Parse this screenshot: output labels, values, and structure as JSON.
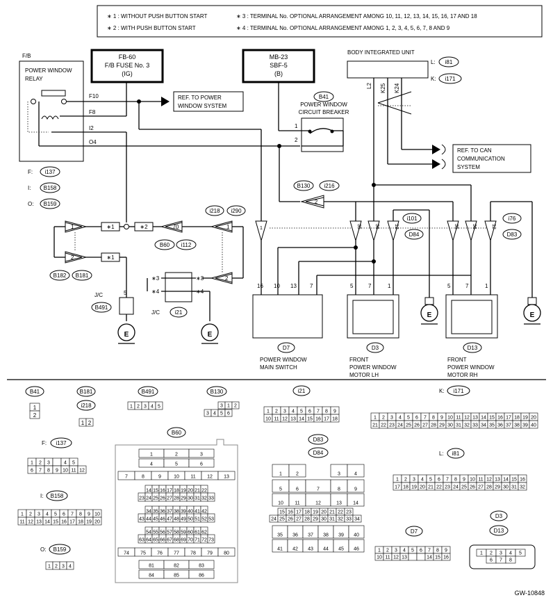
{
  "legend": {
    "items": [
      "∗ 1  :  WITHOUT PUSH BUTTON START",
      "∗ 2  :  WITH PUSH BUTTON START",
      "∗ 3  :  TERMINAL No. OPTIONAL ARRANGEMENT AMONG 10, 11, 12, 13, 14, 15, 16, 17 AND 18",
      "∗ 4  :  TERMINAL No. OPTIONAL ARRANGEMENT AMONG 1, 2, 3, 4, 5, 6, 7, 8 AND 9"
    ]
  },
  "fuse_boxes": [
    {
      "lines": [
        "FB-60",
        "F/B FUSE No. 3",
        "(IG)"
      ]
    },
    {
      "lines": [
        "MB-23",
        "SBF-5",
        "(B)"
      ]
    }
  ],
  "body_unit": {
    "title": "BODY INTEGRATED UNIT",
    "conn_l": "L:",
    "conn_l_id": "i81",
    "conn_k": "K:",
    "conn_k_id": "i171",
    "pins": [
      "L2",
      "K25",
      "K24"
    ]
  },
  "relay": {
    "fb": "F/B",
    "title": [
      "POWER WINDOW",
      "RELAY"
    ],
    "terms": [
      "F10",
      "F8",
      "I2",
      "O4"
    ]
  },
  "refs": {
    "power_window": [
      "REF. TO POWER",
      "WINDOW SYSTEM"
    ],
    "can": [
      "REF. TO CAN",
      "COMMUNICATION",
      "SYSTEM"
    ]
  },
  "breaker": {
    "id": "B41",
    "lines": [
      "POWER WINDOW",
      "CIRCUIT BREAKER"
    ],
    "pins": [
      "1",
      "2"
    ]
  },
  "conn_keys": [
    {
      "prefix": "F:",
      "id": "i137"
    },
    {
      "prefix": "I:",
      "id": "B158"
    },
    {
      "prefix": "O:",
      "id": "B159"
    }
  ],
  "labels": {
    "b130": "B130",
    "i216": "i216",
    "i218": "i218",
    "i290": "i290",
    "b60": "B60",
    "i112": "i112",
    "b182": "B182",
    "b181": "B181",
    "b491": "B491",
    "i21": "i21",
    "jc": "J/C",
    "i101": "i101",
    "d84": "D84",
    "i76": "i76",
    "d83": "D83",
    "star1": "∗1",
    "star2": "∗2",
    "star3": "∗3",
    "star4": "∗4",
    "p1": "1",
    "p2": "2",
    "p5": "5",
    "p70": "70",
    "p35": "35",
    "p36": "36",
    "p12": "12",
    "sw16": "16",
    "sw10": "10",
    "sw13": "13",
    "sw7": "7",
    "m5": "5",
    "m7": "7",
    "m1": "1",
    "ground": "E",
    "code": "GW-10848"
  },
  "components": [
    {
      "id": "D7",
      "lines": [
        "POWER WINDOW",
        "MAIN SWITCH"
      ]
    },
    {
      "id": "D3",
      "lines": [
        "FRONT",
        "POWER WINDOW",
        "MOTOR LH"
      ]
    },
    {
      "id": "D13",
      "lines": [
        "FRONT",
        "POWER WINDOW",
        "MOTOR RH"
      ]
    }
  ],
  "connector_views": {
    "b41": {
      "id": "B41",
      "pins": [
        "1",
        "2"
      ]
    },
    "b181": {
      "id": "B181",
      "id2": "i218",
      "pins": [
        "1",
        "2"
      ]
    },
    "b491": {
      "id": "B491",
      "pins": [
        "1",
        "2",
        "3",
        "4",
        "5"
      ]
    },
    "b130": {
      "id": "B130",
      "pins": [
        "1",
        "2",
        "3",
        "4",
        "5",
        "6"
      ]
    },
    "i21": {
      "id": "i21",
      "row1": [
        "1",
        "2",
        "3",
        "4",
        "5",
        "6",
        "7",
        "8",
        "9"
      ],
      "row2": [
        "10",
        "11",
        "12",
        "13",
        "14",
        "15",
        "16",
        "17",
        "18"
      ]
    },
    "i171": {
      "prefix": "K:",
      "id": "i171",
      "row1": [
        "1",
        "2",
        "3",
        "4",
        "5",
        "6",
        "7",
        "8",
        "9",
        "10",
        "11",
        "12",
        "13",
        "14",
        "15",
        "16",
        "17",
        "18",
        "19",
        "20"
      ],
      "row2": [
        "21",
        "22",
        "23",
        "24",
        "25",
        "26",
        "27",
        "28",
        "29",
        "30",
        "31",
        "32",
        "33",
        "34",
        "35",
        "36",
        "37",
        "38",
        "39",
        "40"
      ]
    },
    "i137": {
      "prefix": "F:",
      "id": "i137",
      "row1": [
        "1",
        "2",
        "3",
        "",
        "4",
        "5"
      ],
      "row2": [
        "6",
        "7",
        "8",
        "9",
        "10",
        "11",
        "12"
      ]
    },
    "b60": {
      "id": "B60"
    },
    "d83": {
      "id": "D83",
      "id2": "D84"
    },
    "i81": {
      "prefix": "L:",
      "id": "i81",
      "row1": [
        "1",
        "2",
        "3",
        "4",
        "5",
        "6",
        "7",
        "8",
        "9",
        "10",
        "11",
        "12",
        "13",
        "14",
        "15",
        "16"
      ],
      "row2": [
        "17",
        "18",
        "19",
        "20",
        "21",
        "22",
        "23",
        "24",
        "25",
        "26",
        "27",
        "28",
        "29",
        "30",
        "31",
        "32"
      ]
    },
    "b158": {
      "prefix": "I:",
      "id": "B158",
      "row1": [
        "1",
        "2",
        "3",
        "4",
        "5",
        "6",
        "7",
        "8",
        "9",
        "10"
      ],
      "row2": [
        "11",
        "12",
        "13",
        "14",
        "15",
        "16",
        "17",
        "18",
        "19",
        "20"
      ]
    },
    "b159": {
      "prefix": "O:",
      "id": "B159",
      "pins": [
        "1",
        "2",
        "3",
        "4"
      ]
    },
    "d7": {
      "id": "D7",
      "row1": [
        "1",
        "2",
        "3",
        "4",
        "5",
        "6",
        "7",
        "8",
        "9"
      ],
      "row2": [
        "10",
        "11",
        "12",
        "13",
        "",
        "",
        "14",
        "15",
        "16"
      ]
    },
    "d3": {
      "id": "D3",
      "id2": "D13",
      "row1": [
        "1",
        "2",
        "3",
        "4",
        "5"
      ],
      "row2": [
        "6",
        "7",
        "8"
      ]
    }
  }
}
